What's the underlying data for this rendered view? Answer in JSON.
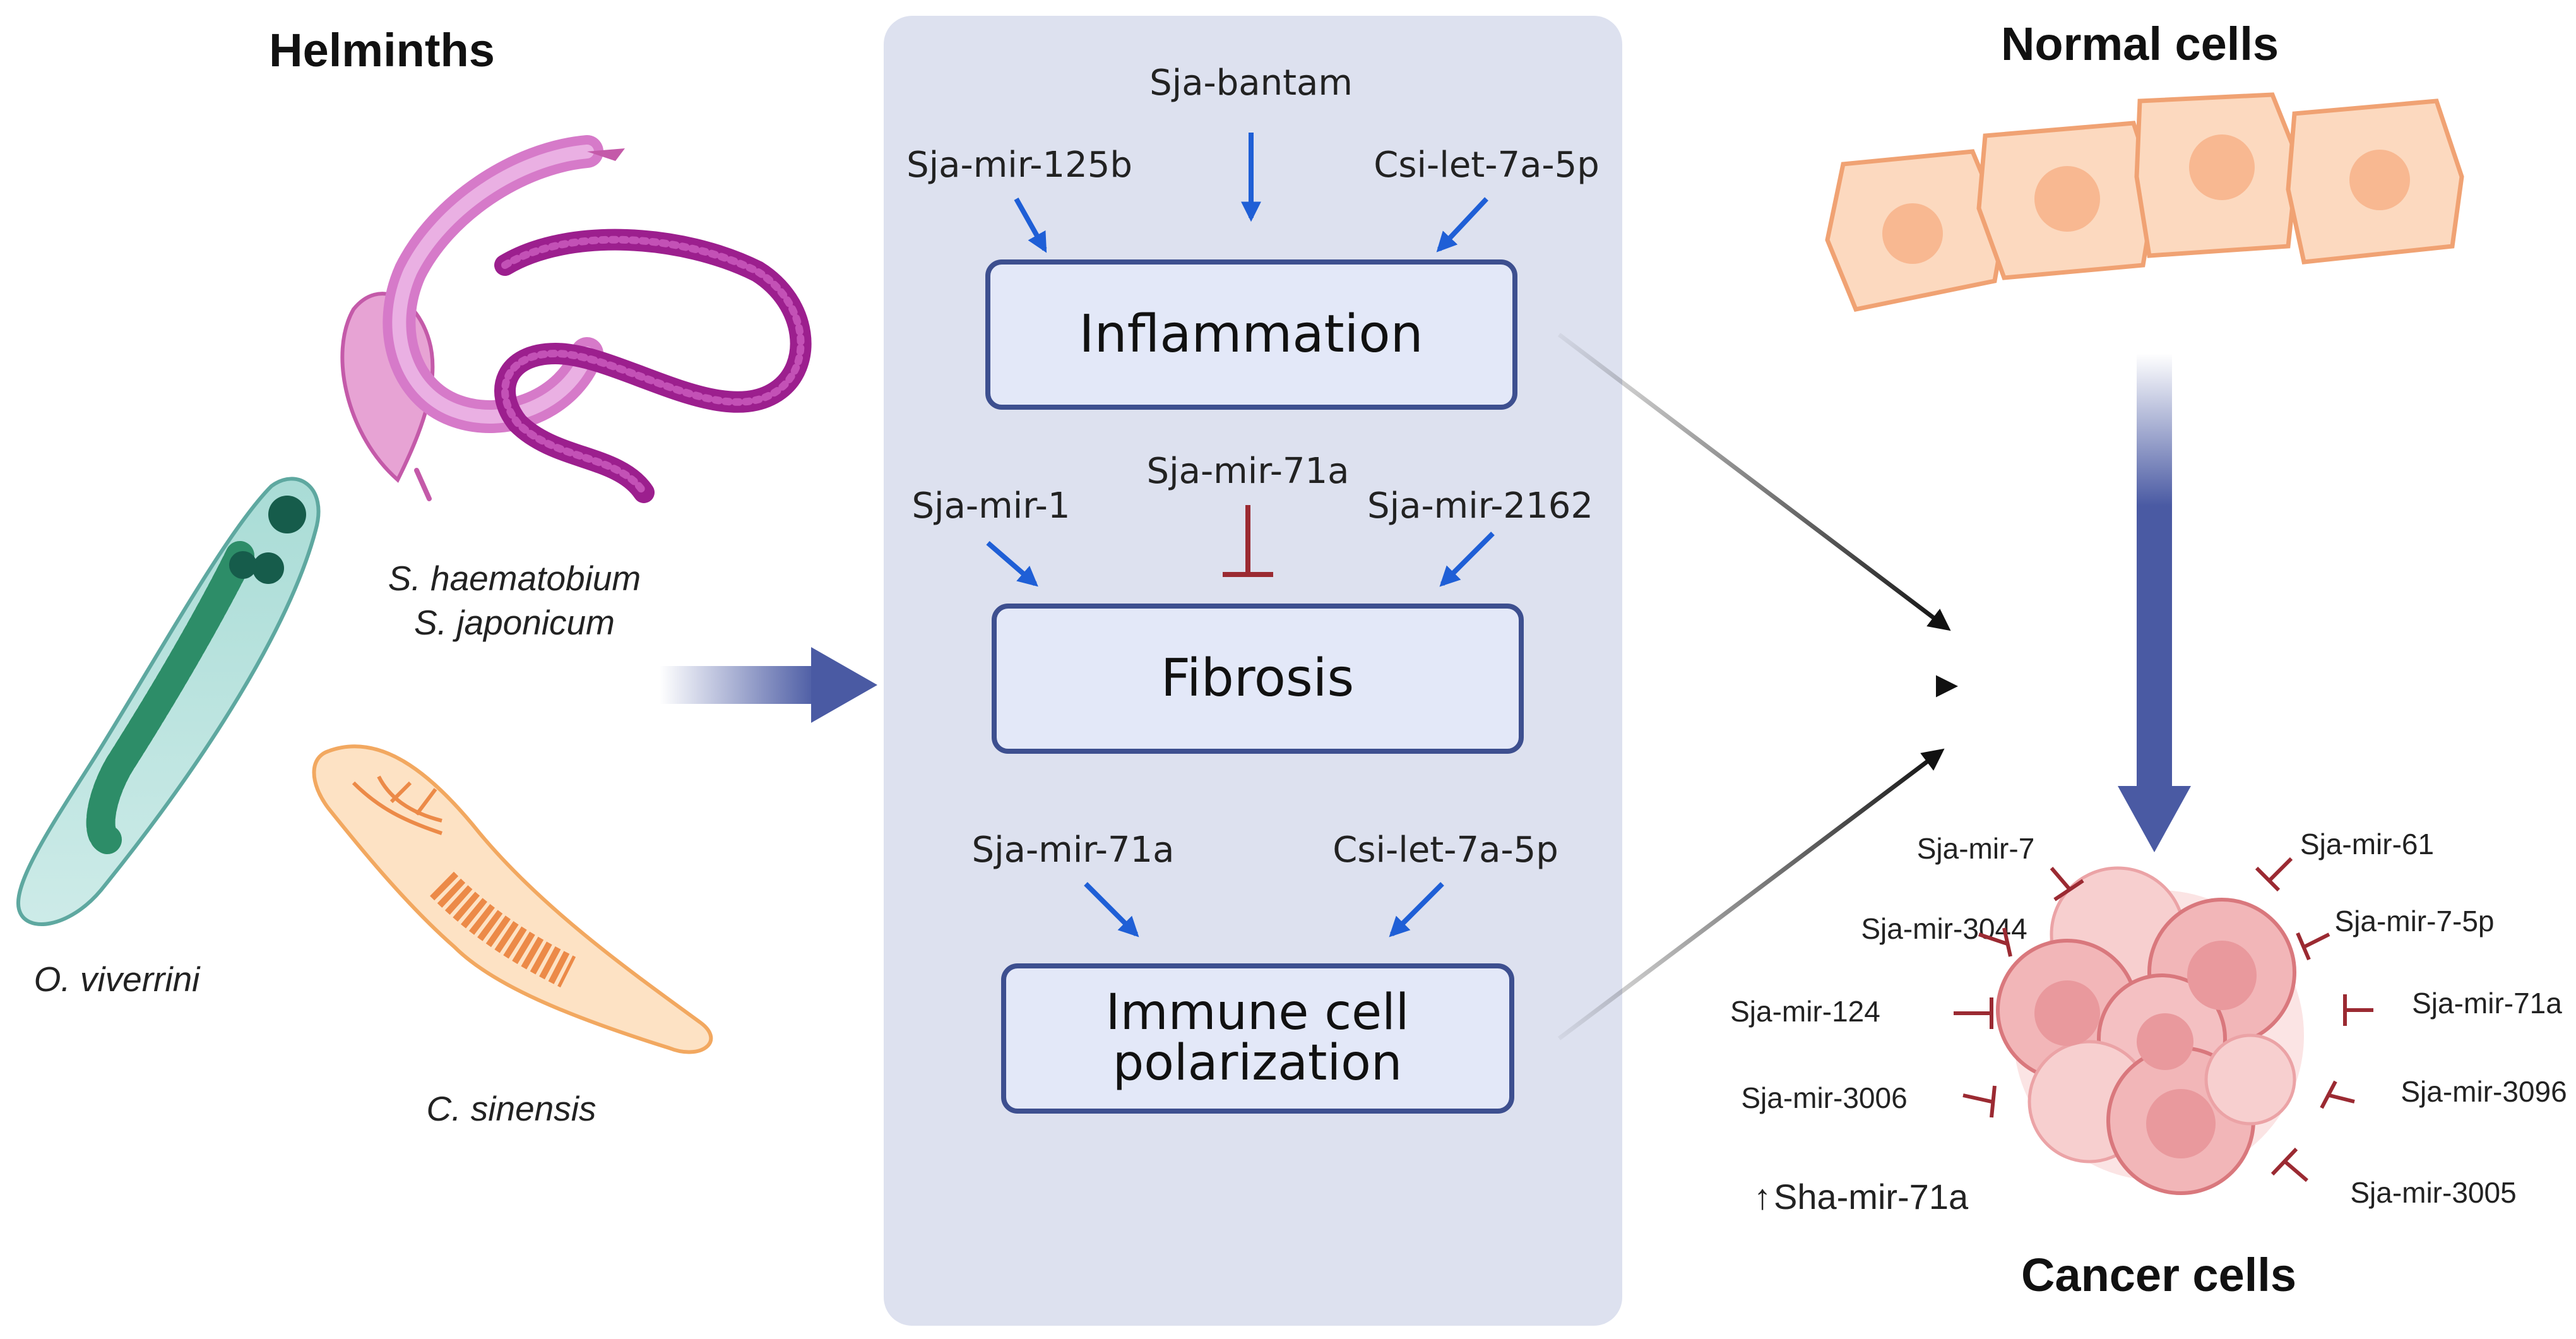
{
  "titles": {
    "helminths": "Helminths",
    "normal_cells": "Normal cells",
    "cancer_cells": "Cancer cells"
  },
  "species": {
    "s_haematobium": "S. haematobium",
    "s_japonicum": "S. japonicum",
    "o_viverrini": "O. viverrini",
    "c_sinensis": "C. sinensis"
  },
  "boxes": {
    "inflammation": "Inflammation",
    "fibrosis": "Fibrosis",
    "immune_line1": "Immune cell",
    "immune_line2": "polarization"
  },
  "inflammation_mirnas": {
    "left": "Sja-mir-125b",
    "center": "Sja-bantam",
    "right": "Csi-let-7a-5p"
  },
  "fibrosis_mirnas": {
    "left": "Sja-mir-1",
    "center": "Sja-mir-71a",
    "right": "Sja-mir-2162"
  },
  "immune_mirnas": {
    "left": "Sja-mir-71a",
    "right": "Csi-let-7a-5p"
  },
  "cancer_inhibitors": {
    "mir7": "Sja-mir-7",
    "mir61": "Sja-mir-61",
    "mir3044": "Sja-mir-3044",
    "mir7_5p": "Sja-mir-7-5p",
    "mir124": "Sja-mir-124",
    "mir71a": "Sja-mir-71a",
    "mir3006": "Sja-mir-3006",
    "mir3096": "Sja-mir-3096",
    "mir3005": "Sja-mir-3005"
  },
  "upregulated": {
    "arrow": "↑",
    "label": "Sha-mir-71a"
  },
  "colors": {
    "panel_bg": "#dde1ef",
    "box_fill": "#e3e8f8",
    "box_stroke": "#3d4f8f",
    "blue_arrow": "#1f5fd6",
    "inhibit": "#9b2a32",
    "flow_arrow": "#4a5aa3",
    "normal_cell": "#fcd9bf",
    "cancer_cell": "#f2b6b8"
  }
}
